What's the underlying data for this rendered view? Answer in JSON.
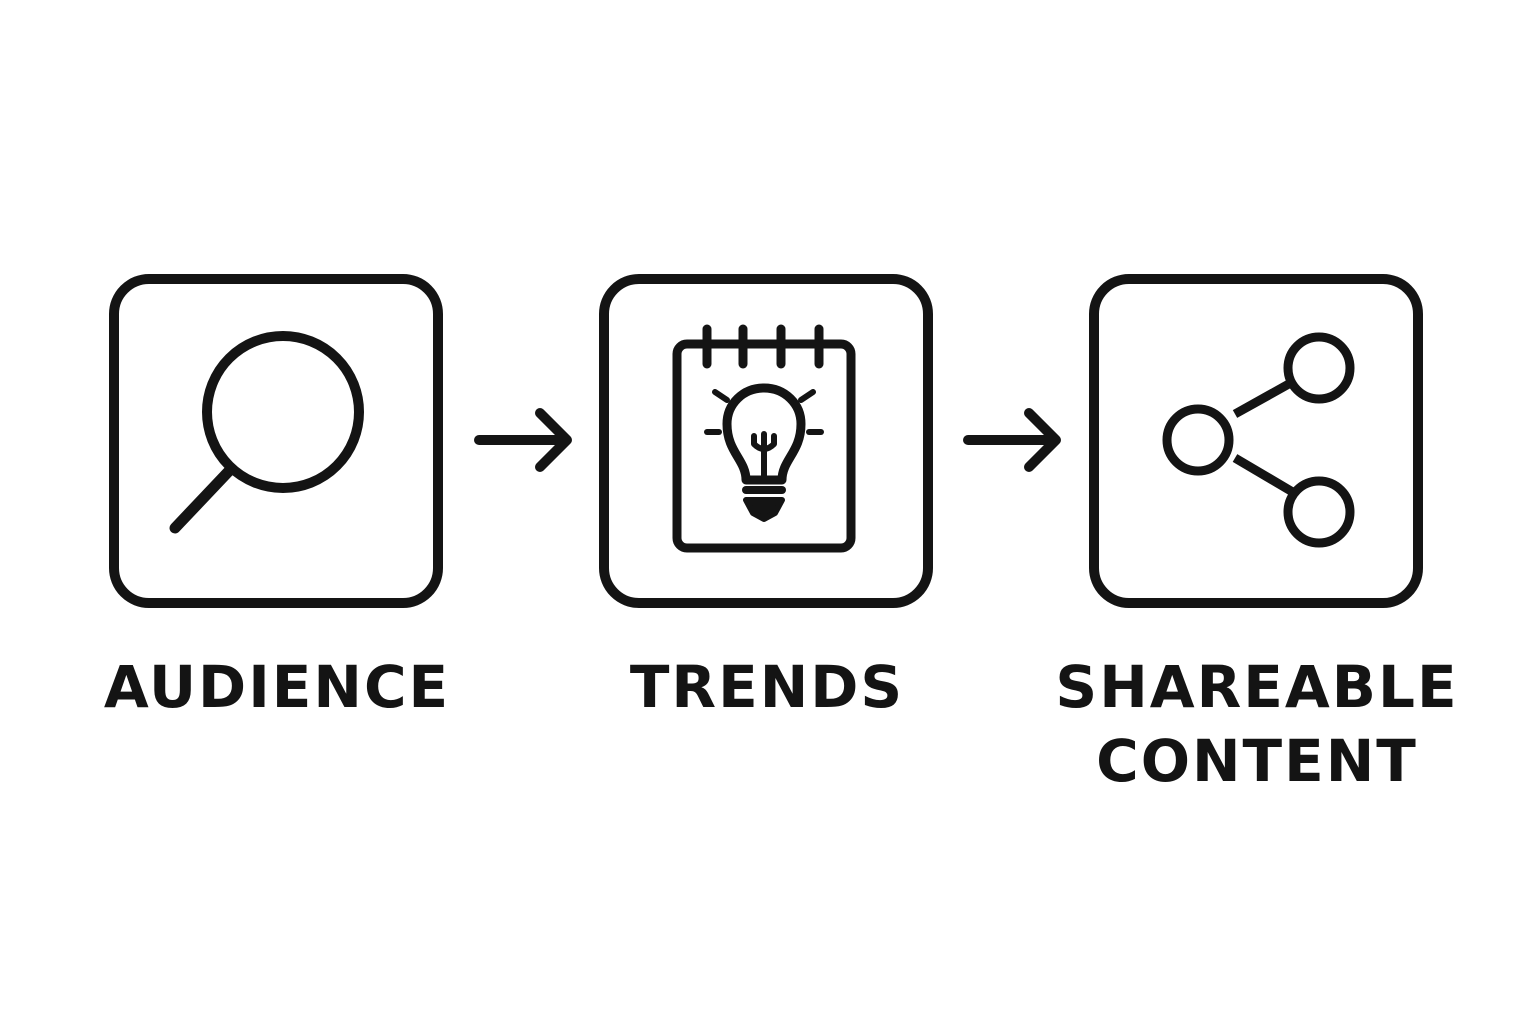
{
  "steps": [
    {
      "label": "AUDIENCE",
      "icon": "magnifying-glass-icon"
    },
    {
      "label": "TRENDS",
      "icon": "lightbulb-notepad-icon"
    },
    {
      "label_lines": [
        "SHAREABLE",
        "CONTENT"
      ],
      "icon": "share-icon"
    }
  ],
  "connectors": [
    "arrow-right-icon",
    "arrow-right-icon"
  ],
  "colors": {
    "stroke": "#141414",
    "background": "#ffffff"
  }
}
